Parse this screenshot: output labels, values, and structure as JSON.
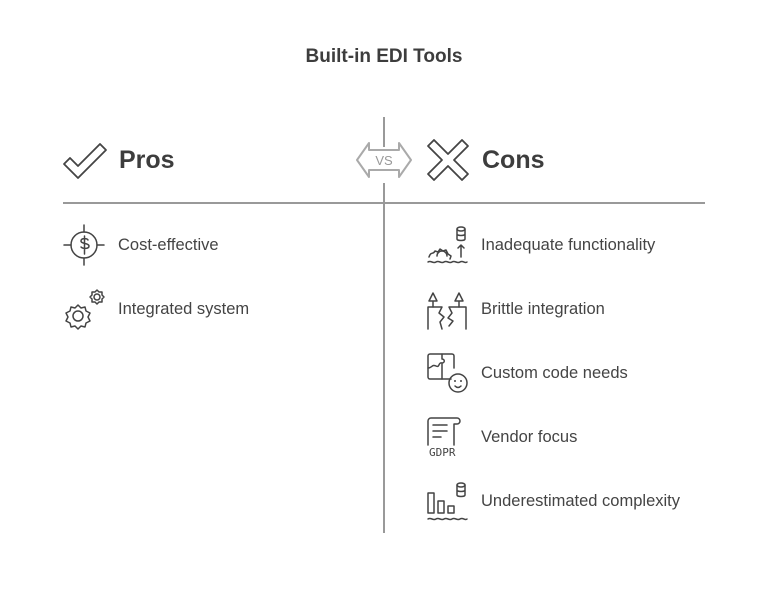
{
  "title": "Built-in EDI Tools",
  "pros": {
    "heading": "Pros",
    "items": [
      {
        "label": "Cost-effective",
        "icon": "dollar-target-icon"
      },
      {
        "label": "Integrated system",
        "icon": "gears-icon"
      }
    ]
  },
  "vs_label": "VS",
  "cons": {
    "heading": "Cons",
    "items": [
      {
        "label": "Inadequate functionality",
        "icon": "gear-database-icon"
      },
      {
        "label": "Brittle integration",
        "icon": "broken-connection-icon"
      },
      {
        "label": "Custom code needs",
        "icon": "puzzle-face-icon"
      },
      {
        "label": "Vendor focus",
        "icon": "gdpr-document-icon",
        "icon_text": "GDPR"
      },
      {
        "label": "Underestimated complexity",
        "icon": "bar-database-icon"
      }
    ]
  }
}
